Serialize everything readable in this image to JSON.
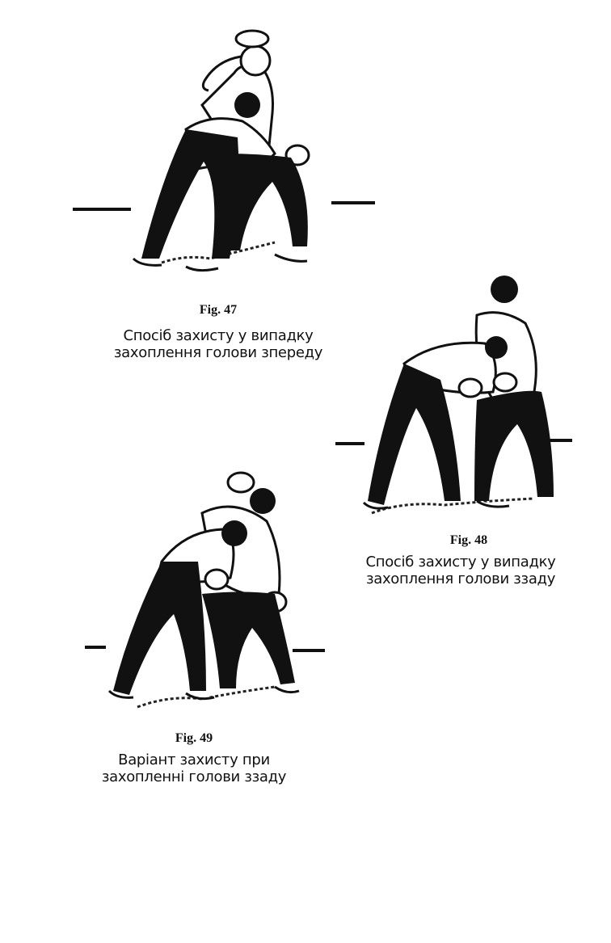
{
  "figures": [
    {
      "number": "Fig. 47",
      "caption_lines": [
        "Спосіб захисту у випадку",
        "захоплення голови зпереду"
      ]
    },
    {
      "number": "Fig. 48",
      "caption_lines": [
        "Спосіб захисту у випадку",
        "захоплення голови ззаду"
      ]
    },
    {
      "number": "Fig. 49",
      "caption_lines": [
        "Варіант захисту при",
        "захопленні голови ззаду"
      ]
    }
  ]
}
